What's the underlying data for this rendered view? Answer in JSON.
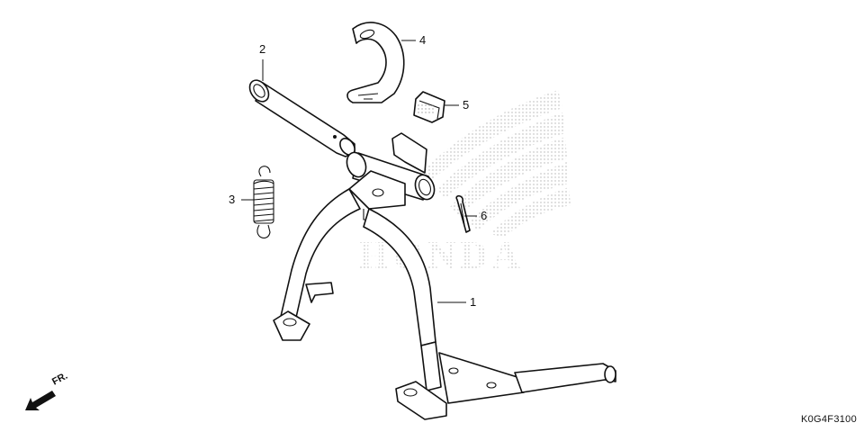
{
  "parts": [
    {
      "number": "1",
      "icon": "main-stand-icon"
    },
    {
      "number": "2",
      "icon": "stand-pivot-pipe-icon"
    },
    {
      "number": "3",
      "icon": "stand-spring-icon"
    },
    {
      "number": "4",
      "icon": "stand-stopper-plate-icon"
    },
    {
      "number": "5",
      "icon": "rubber-stopper-icon"
    },
    {
      "number": "6",
      "icon": "cotter-pin-icon"
    }
  ],
  "watermark": {
    "icon": "honda-wing-logo",
    "text": "HONDA"
  },
  "direction": {
    "label": "FR.",
    "icon": "arrow-front-icon"
  },
  "diagram_code": "K0G4F3100"
}
